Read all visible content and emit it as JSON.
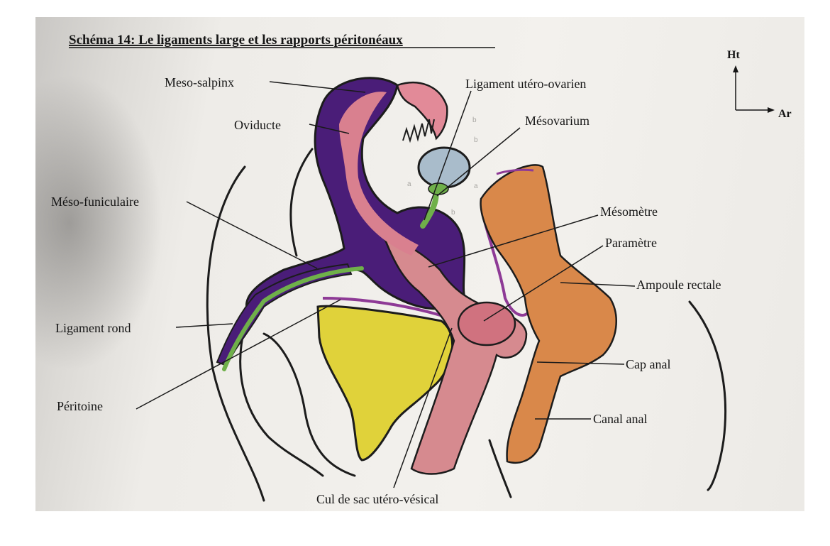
{
  "title": "Schéma 14: Le ligaments large et les rapports péritonéaux",
  "axes": {
    "up": "Ht",
    "right": "Ar"
  },
  "labels": {
    "meso_salpinx": "Meso-salpinx",
    "oviducte": "Oviducte",
    "meso_funiculaire": "Méso-funiculaire",
    "ligament_rond": "Ligament rond",
    "peritoine": "Péritoine",
    "ligament_utero_ovarien": "Ligament utéro-ovarien",
    "mesovarium": "Mésovarium",
    "mesometre": "Mésomètre",
    "parametre": "Paramètre",
    "ampoule_rectale": "Ampoule rectale",
    "cap_anal": "Cap anal",
    "canal_anal": "Canal anal",
    "cul_de_sac": "Cul de sac utéro-vésical"
  },
  "small_marks": {
    "a1": "a",
    "a2": "a",
    "b1": "b",
    "b2": "b",
    "b3": "b"
  },
  "colors": {
    "ligament": "#4a1d78",
    "oviduct": "#d9808f",
    "uterus": "#d68a8f",
    "bladder": "#e0d23a",
    "rectum": "#d9884a",
    "round_ligament": "#6fb04a",
    "ovary": "#a9bccb",
    "peritoneum": "#8e3a96"
  }
}
